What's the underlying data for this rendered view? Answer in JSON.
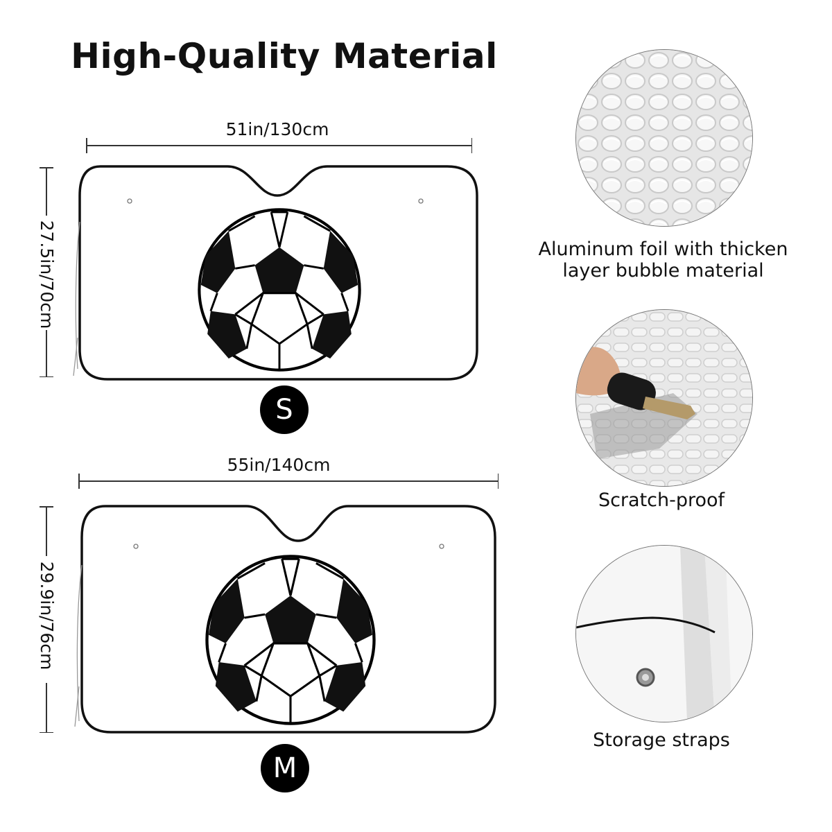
{
  "title": "High-Quality Material",
  "sizes": {
    "s": {
      "badge": "S",
      "width_label": "51in/130cm",
      "height_label": "27.5in/70cm"
    },
    "m": {
      "badge": "M",
      "width_label": "55in/140cm",
      "height_label": "29.9in/76cm"
    }
  },
  "features": [
    {
      "label": "Aluminum foil with thicken layer bubble material",
      "icon": "bubble-foil-closeup"
    },
    {
      "label": "Scratch-proof",
      "icon": "key-scratching-foil"
    },
    {
      "label": "Storage straps",
      "icon": "storage-strap-closeup"
    }
  ]
}
